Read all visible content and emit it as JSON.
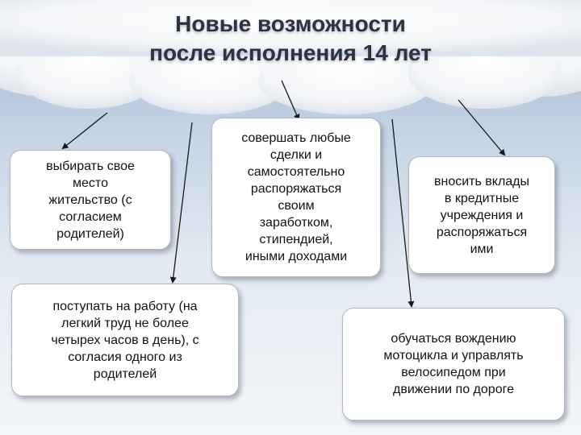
{
  "title": {
    "line1": "Новые возможности",
    "line2": "после исполнения 14 лет"
  },
  "boxes": {
    "residence": {
      "lines": [
        "выбирать свое",
        "место",
        "жительство (с",
        "согласием",
        "родителей)"
      ]
    },
    "deals": {
      "lines": [
        "совершать любые",
        "сделки и",
        "самостоятельно",
        "распоряжаться",
        "своим",
        "заработком,",
        "стипендией,",
        "иными доходами"
      ]
    },
    "deposits": {
      "lines": [
        "вносить вклады",
        "в кредитные",
        "учреждения и",
        "распоряжаться",
        "ими"
      ]
    },
    "work": {
      "lines": [
        "поступать на работу (на",
        "легкий труд не более",
        "четырех часов в день), с",
        "согласия одного из",
        "родителей"
      ]
    },
    "driving": {
      "lines": [
        "обучаться вождению",
        "мотоцикла и управлять",
        "велосипедом при",
        "движении по дороге"
      ]
    }
  },
  "colors": {
    "sky_top": "#9fb5cf",
    "cloud": "#ffffff",
    "title_text": "#2b3345",
    "box_border": "#b0b7c2",
    "arrow": "#1a1a1a"
  }
}
